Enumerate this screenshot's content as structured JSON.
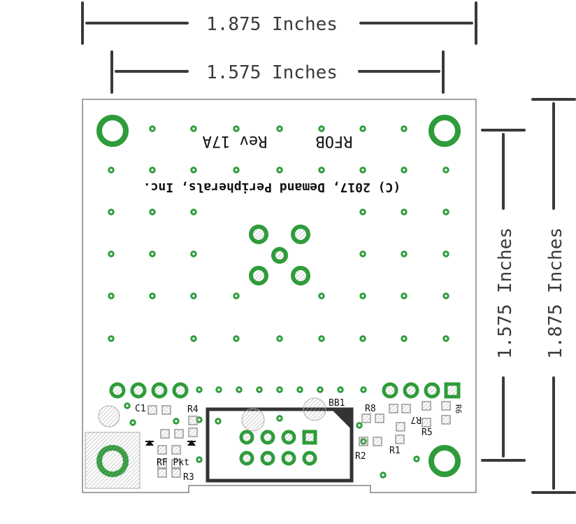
{
  "dimensions": {
    "outer_width": "1.875 Inches",
    "inner_width": "1.575 Inches",
    "inner_height": "1.575 Inches",
    "outer_height": "1.875 Inches"
  },
  "silkscreen": {
    "title": "RFOB",
    "revision": "Rev 17A",
    "copyright": "(C) 2017, Demand Peripherals, Inc."
  },
  "labels": {
    "c1": "C1",
    "r1": "R1",
    "r2": "R2",
    "r3": "R3",
    "r4": "R4",
    "r5": "R5",
    "r6": "R6",
    "r7": "R7",
    "r8": "R8",
    "bb1": "BB1",
    "rf_pkt": "RF Pkt"
  },
  "colors": {
    "copper": "#2e9c3a",
    "dimension_line": "#3a3a3a",
    "silkscreen": "#111111",
    "pad_hatch": "#9a9a9a"
  }
}
